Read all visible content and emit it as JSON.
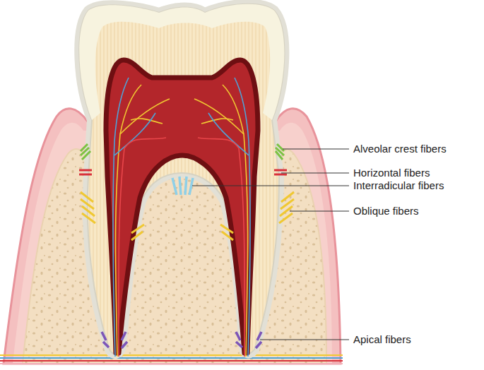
{
  "diagram": {
    "labels": [
      "Alveolar crest fibers",
      "Horizontal fibers",
      "Interradicular fibers",
      "Oblique fibers",
      "Apical fibers"
    ]
  }
}
